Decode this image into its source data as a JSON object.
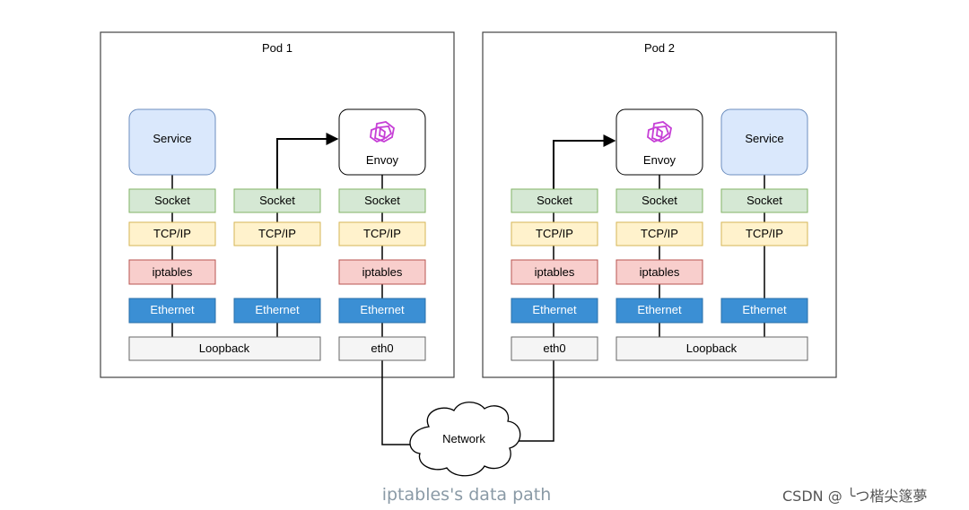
{
  "pod1": {
    "title": "Pod 1",
    "service": "Service",
    "envoy": "Envoy",
    "col1": [
      "Socket",
      "TCP/IP",
      "iptables",
      "Ethernet"
    ],
    "col2": [
      "Socket",
      "TCP/IP",
      "Ethernet"
    ],
    "col3": [
      "Socket",
      "TCP/IP",
      "iptables",
      "Ethernet"
    ],
    "loopback": "Loopback",
    "eth0": "eth0"
  },
  "pod2": {
    "title": "Pod 2",
    "service": "Service",
    "envoy": "Envoy",
    "col1": [
      "Socket",
      "TCP/IP",
      "iptables",
      "Ethernet"
    ],
    "col2": [
      "Socket",
      "TCP/IP",
      "iptables",
      "Ethernet"
    ],
    "col3": [
      "Socket",
      "TCP/IP",
      "Ethernet"
    ],
    "loopback": "Loopback",
    "eth0": "eth0"
  },
  "network": "Network",
  "caption": "iptables's data path",
  "watermark": "CSDN @ ╰つ楷尖篴夢",
  "colors": {
    "socket": "#d5e8d4",
    "tcpip": "#fff2cc",
    "iptables": "#f8cecc",
    "ethernet": "#3b8fd4",
    "service": "#dae8fc",
    "nic": "#f5f5f5",
    "envoy_icon": "#c63fd6"
  },
  "icons": [
    "envoy-logo-icon",
    "network-cloud-icon"
  ]
}
